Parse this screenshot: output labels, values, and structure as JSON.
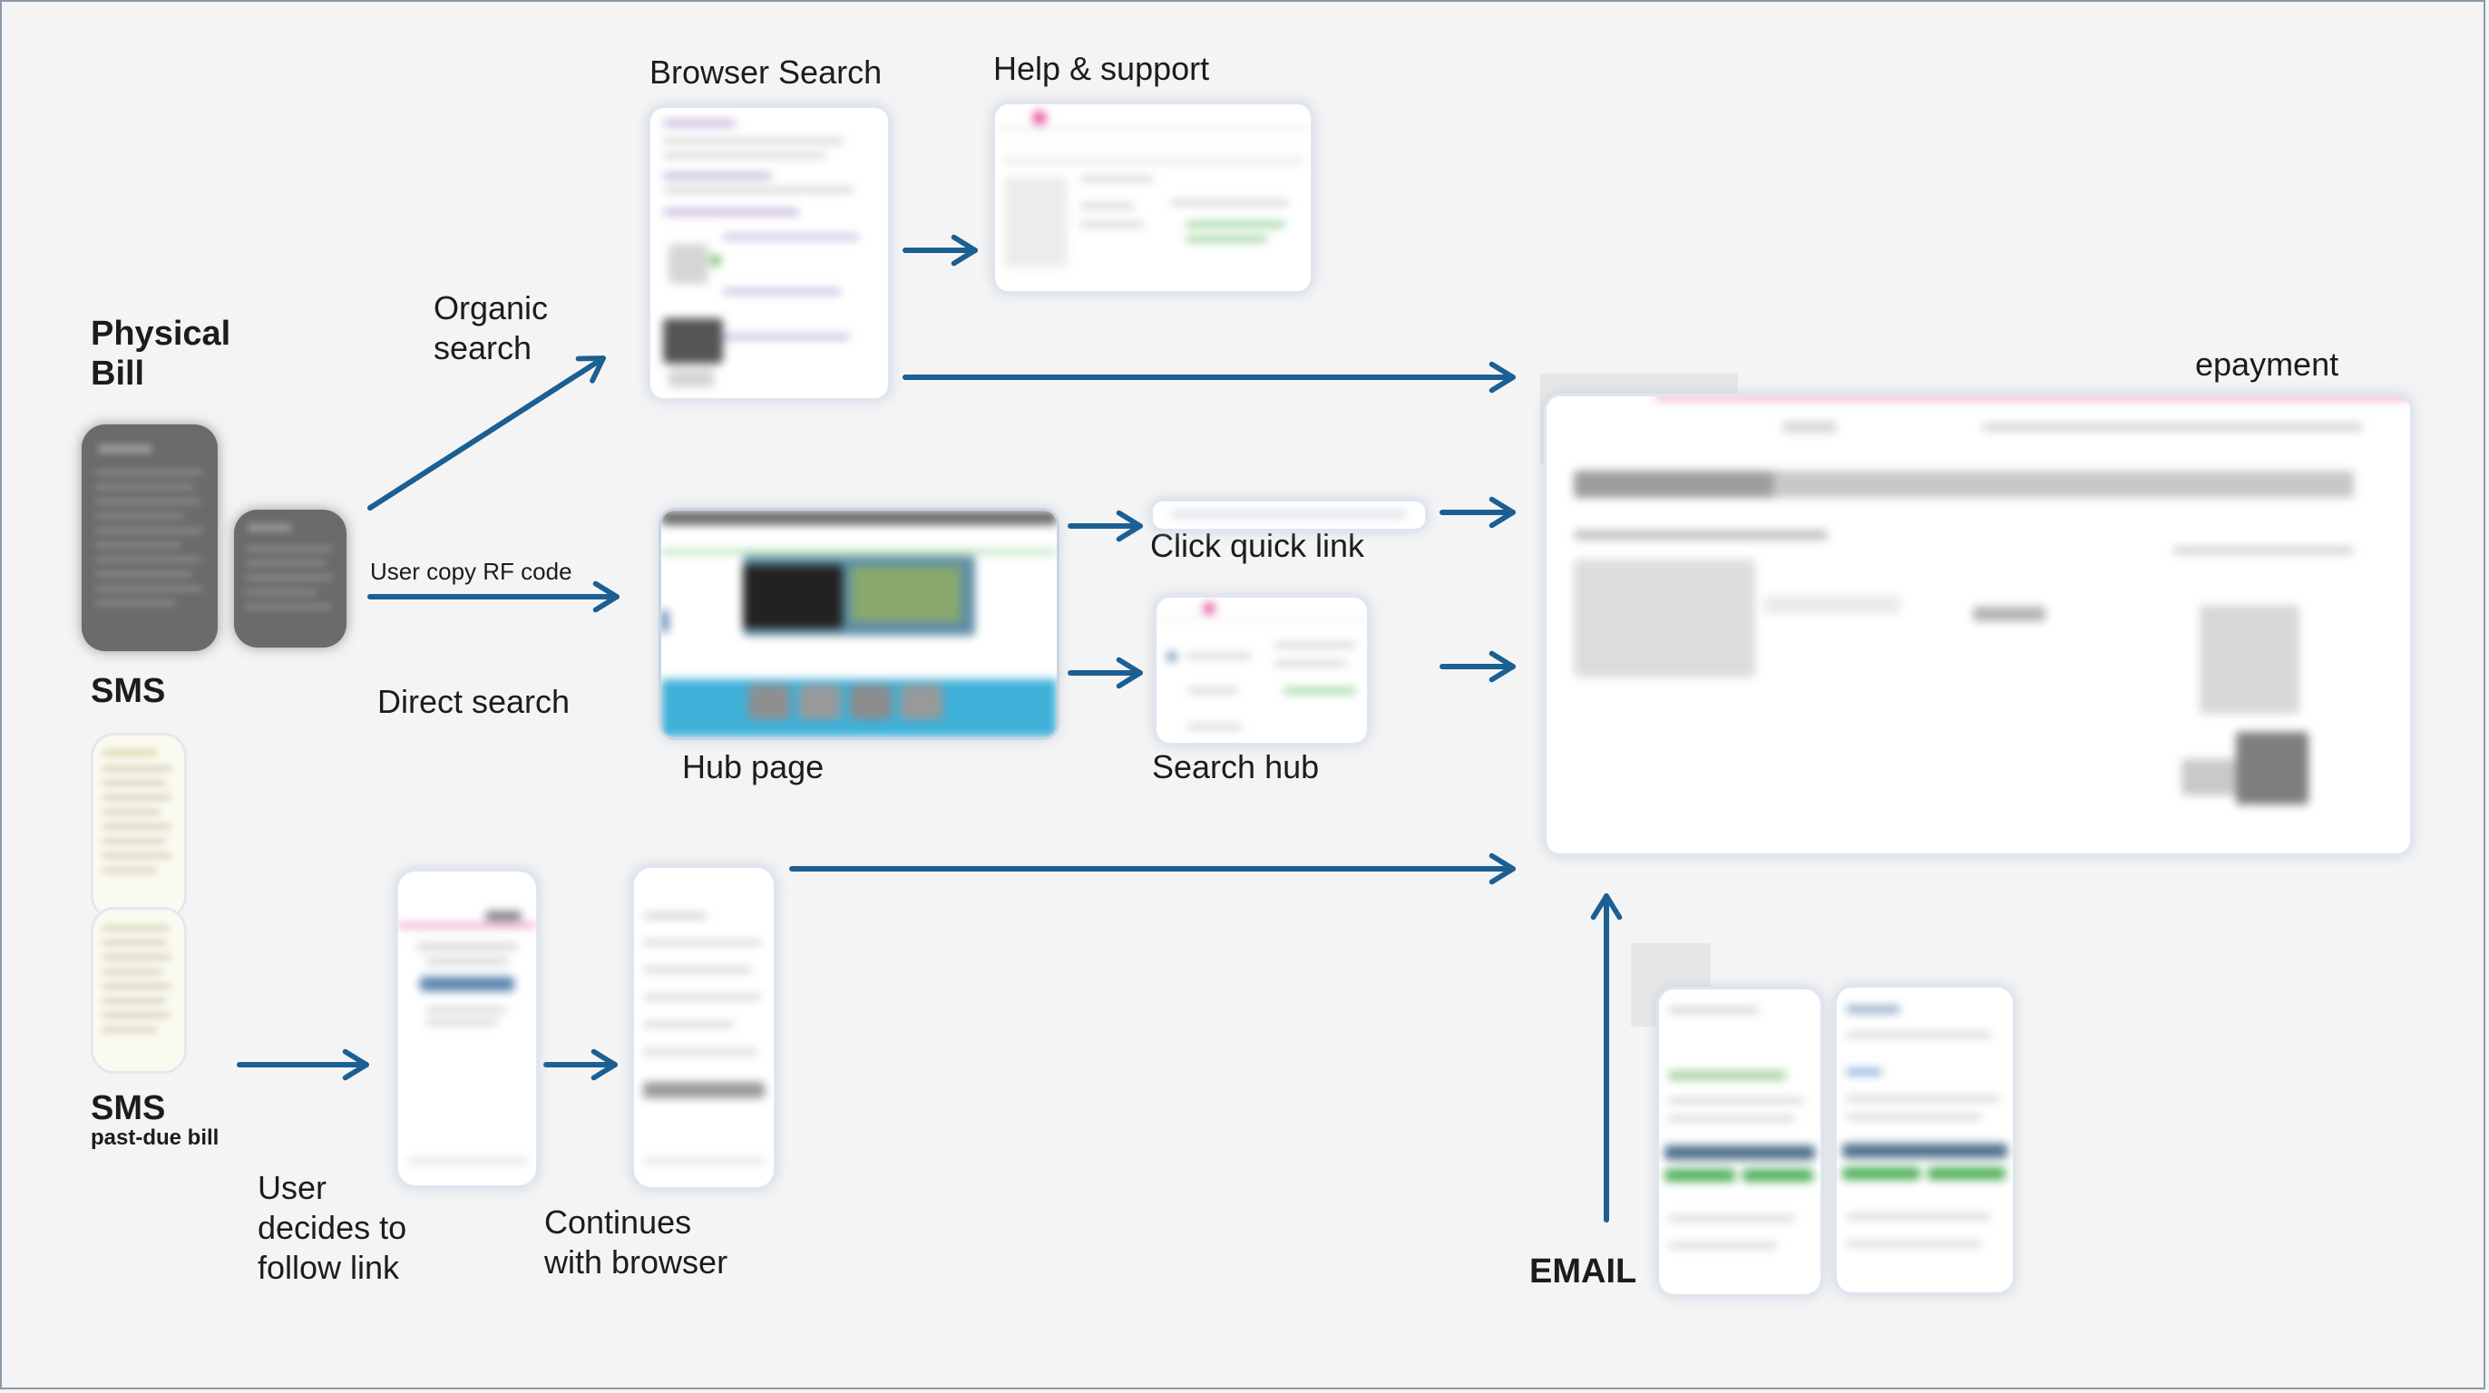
{
  "labels": {
    "browser_search": "Browser Search",
    "help_support": "Help & support",
    "organic_search": "Organic\nsearch",
    "physical_bill": "Physical\nBill",
    "user_copy_rf": "User copy RF code",
    "direct_search": "Direct search",
    "hub_page": "Hub page",
    "click_quick_link": "Click quick link",
    "search_hub": "Search hub",
    "epayment": "epayment",
    "sms": "SMS",
    "sms_past_due": "SMS",
    "past_due_bill": "past-due bill",
    "user_decides": "User\ndecides to\nfollow link",
    "continues_browser": "Continues\nwith browser",
    "email": "EMAIL"
  },
  "colors": {
    "arrow": "#1b5f93",
    "background": "#f4f4f4",
    "thumbnail_border": "#dfe6ee",
    "accent_pink": "#e64f9b"
  }
}
